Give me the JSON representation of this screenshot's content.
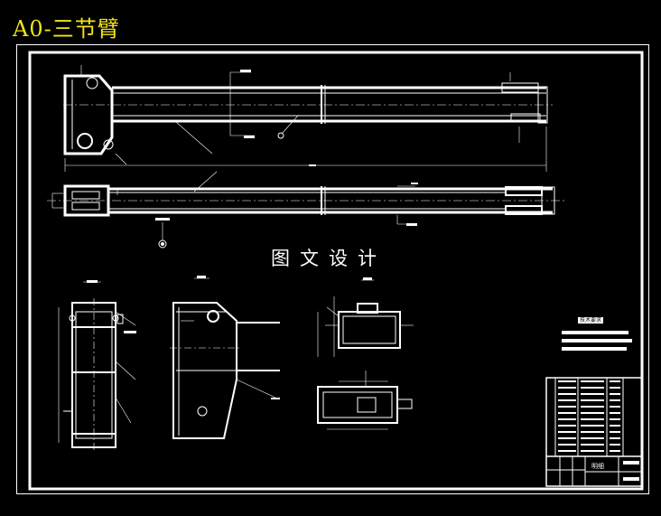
{
  "header": {
    "title": "A0-三节臂"
  },
  "drawing": {
    "watermark": "图文设计",
    "technical_requirements_title": "技术要求",
    "title_block_label": "明细"
  },
  "colors": {
    "background": "#000000",
    "lines": "#ffffff",
    "title": "#f3e21a"
  }
}
